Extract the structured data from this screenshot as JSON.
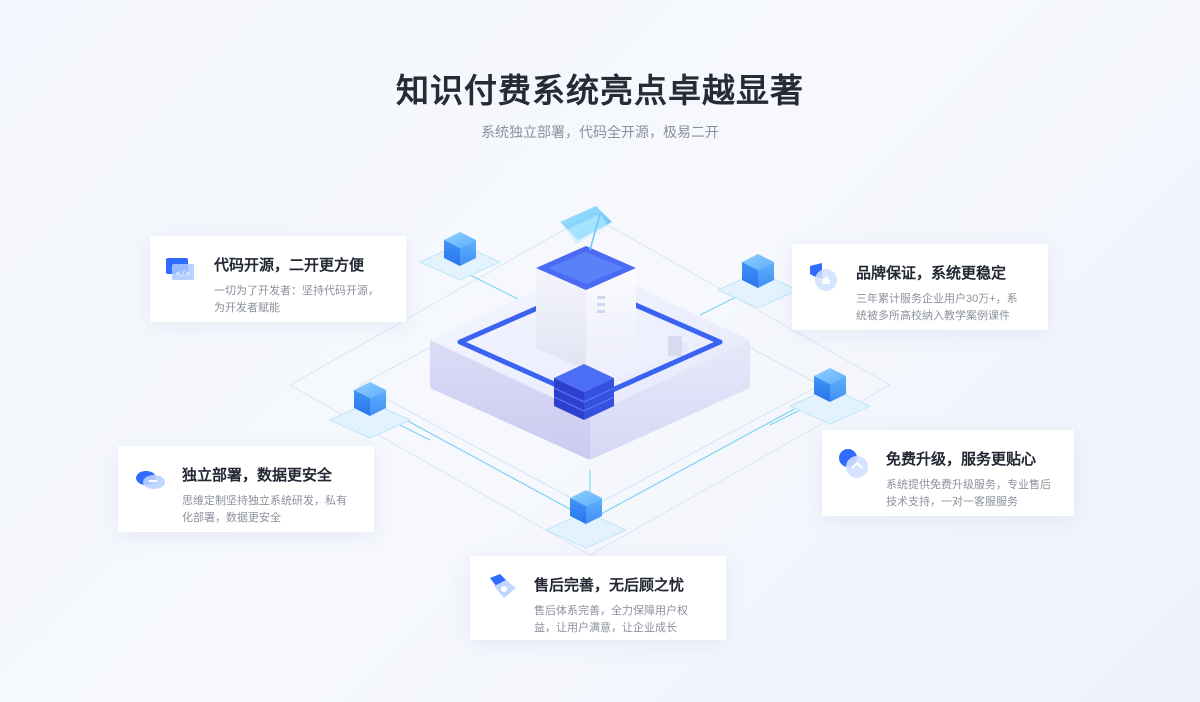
{
  "header": {
    "title": "知识付费系统亮点卓越显著",
    "subtitle": "系统独立部署，代码全开源，极易二开"
  },
  "features": [
    {
      "title": "代码开源，二开更方便",
      "desc": "一切为了开发者：坚持代码开源，为开发者赋能",
      "icon": "code-window-icon"
    },
    {
      "title": "品牌保证，系统更稳定",
      "desc": "三年累计服务企业用户30万+，系统被多所高校纳入教学案例课件",
      "icon": "shield-icon"
    },
    {
      "title": "独立部署，数据更安全",
      "desc": "思维定制坚持独立系统研发，私有化部署，数据更安全",
      "icon": "cloud-icon"
    },
    {
      "title": "免费升级，服务更贴心",
      "desc": "系统提供免费升级服务，专业售后技术支持，一对一客服服务",
      "icon": "upgrade-icon"
    },
    {
      "title": "售后完善，无后顾之忧",
      "desc": "售后体系完善，全力保障用户权益，让用户满意，让企业成长",
      "icon": "support-icon"
    }
  ],
  "colors": {
    "accent": "#2f6bff",
    "cube": "#3d8df5",
    "server_top": "#3b5cf2"
  }
}
